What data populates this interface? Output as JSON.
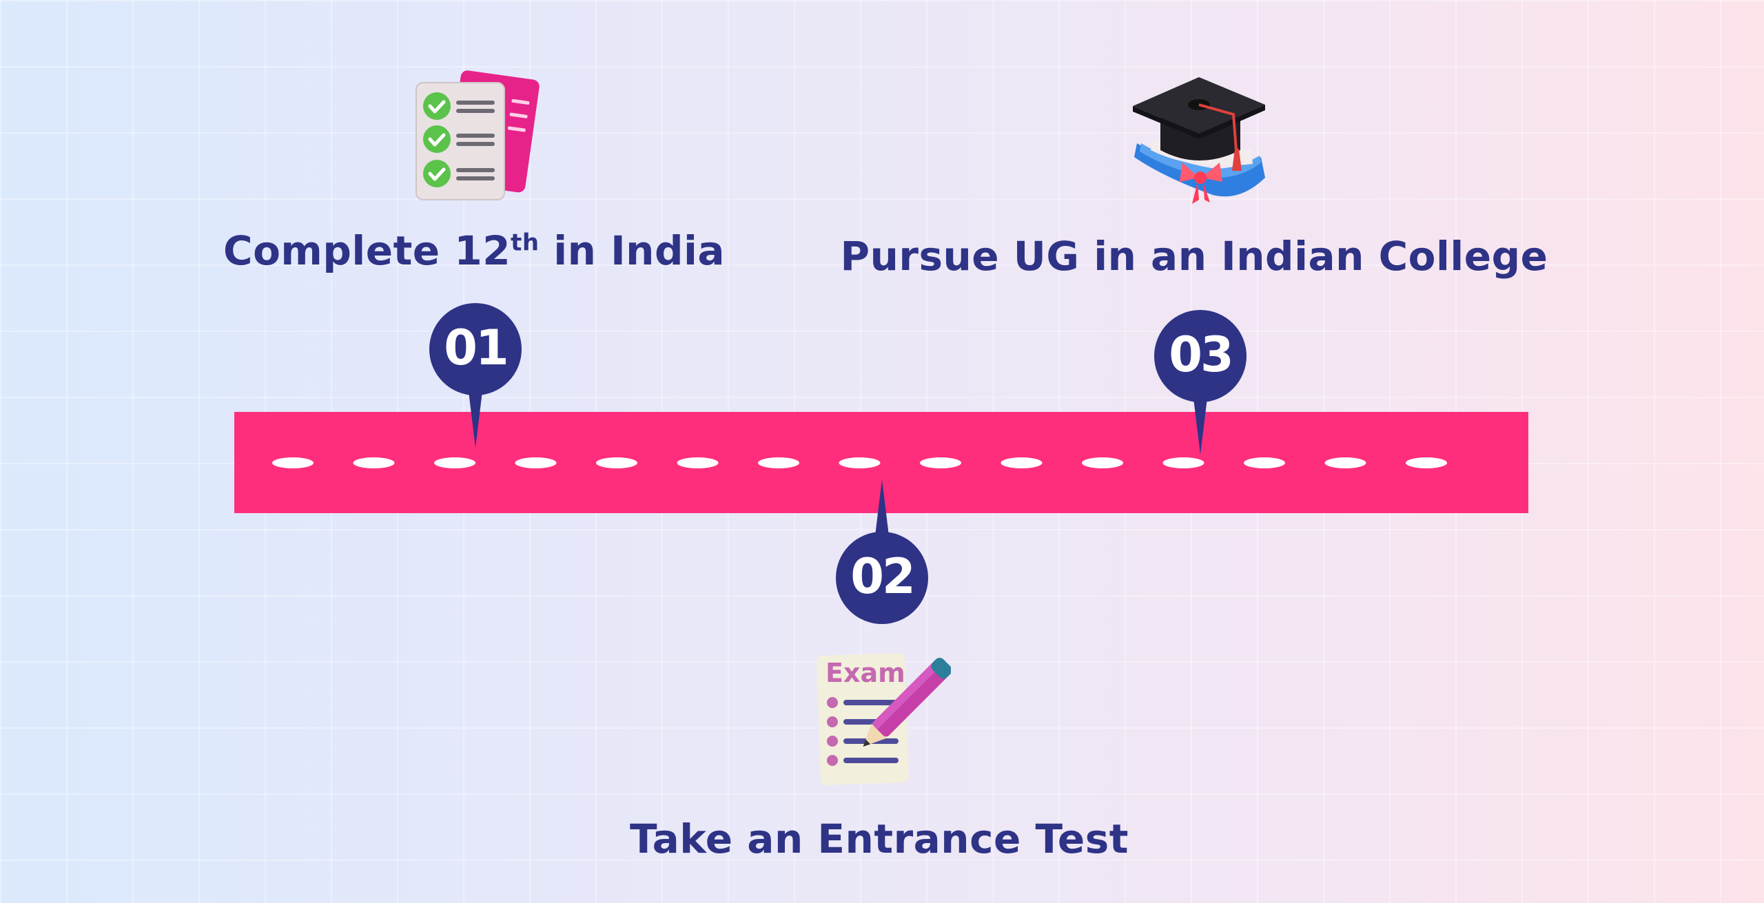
{
  "steps": [
    {
      "number": "01",
      "title_main": "Complete 12",
      "title_sup": "th",
      "title_tail": " in India"
    },
    {
      "number": "02",
      "title": "Take an Entrance Test",
      "icon_text": "Exam"
    },
    {
      "number": "03",
      "title": "Pursue UG in an Indian College"
    }
  ],
  "colors": {
    "road": "#ff2e7d",
    "pin": "#2e3386",
    "text": "#2e3386",
    "dash": "#ffffff"
  },
  "icons": [
    "checklist-icon",
    "exam-pencil-icon",
    "graduation-cap-icon"
  ]
}
